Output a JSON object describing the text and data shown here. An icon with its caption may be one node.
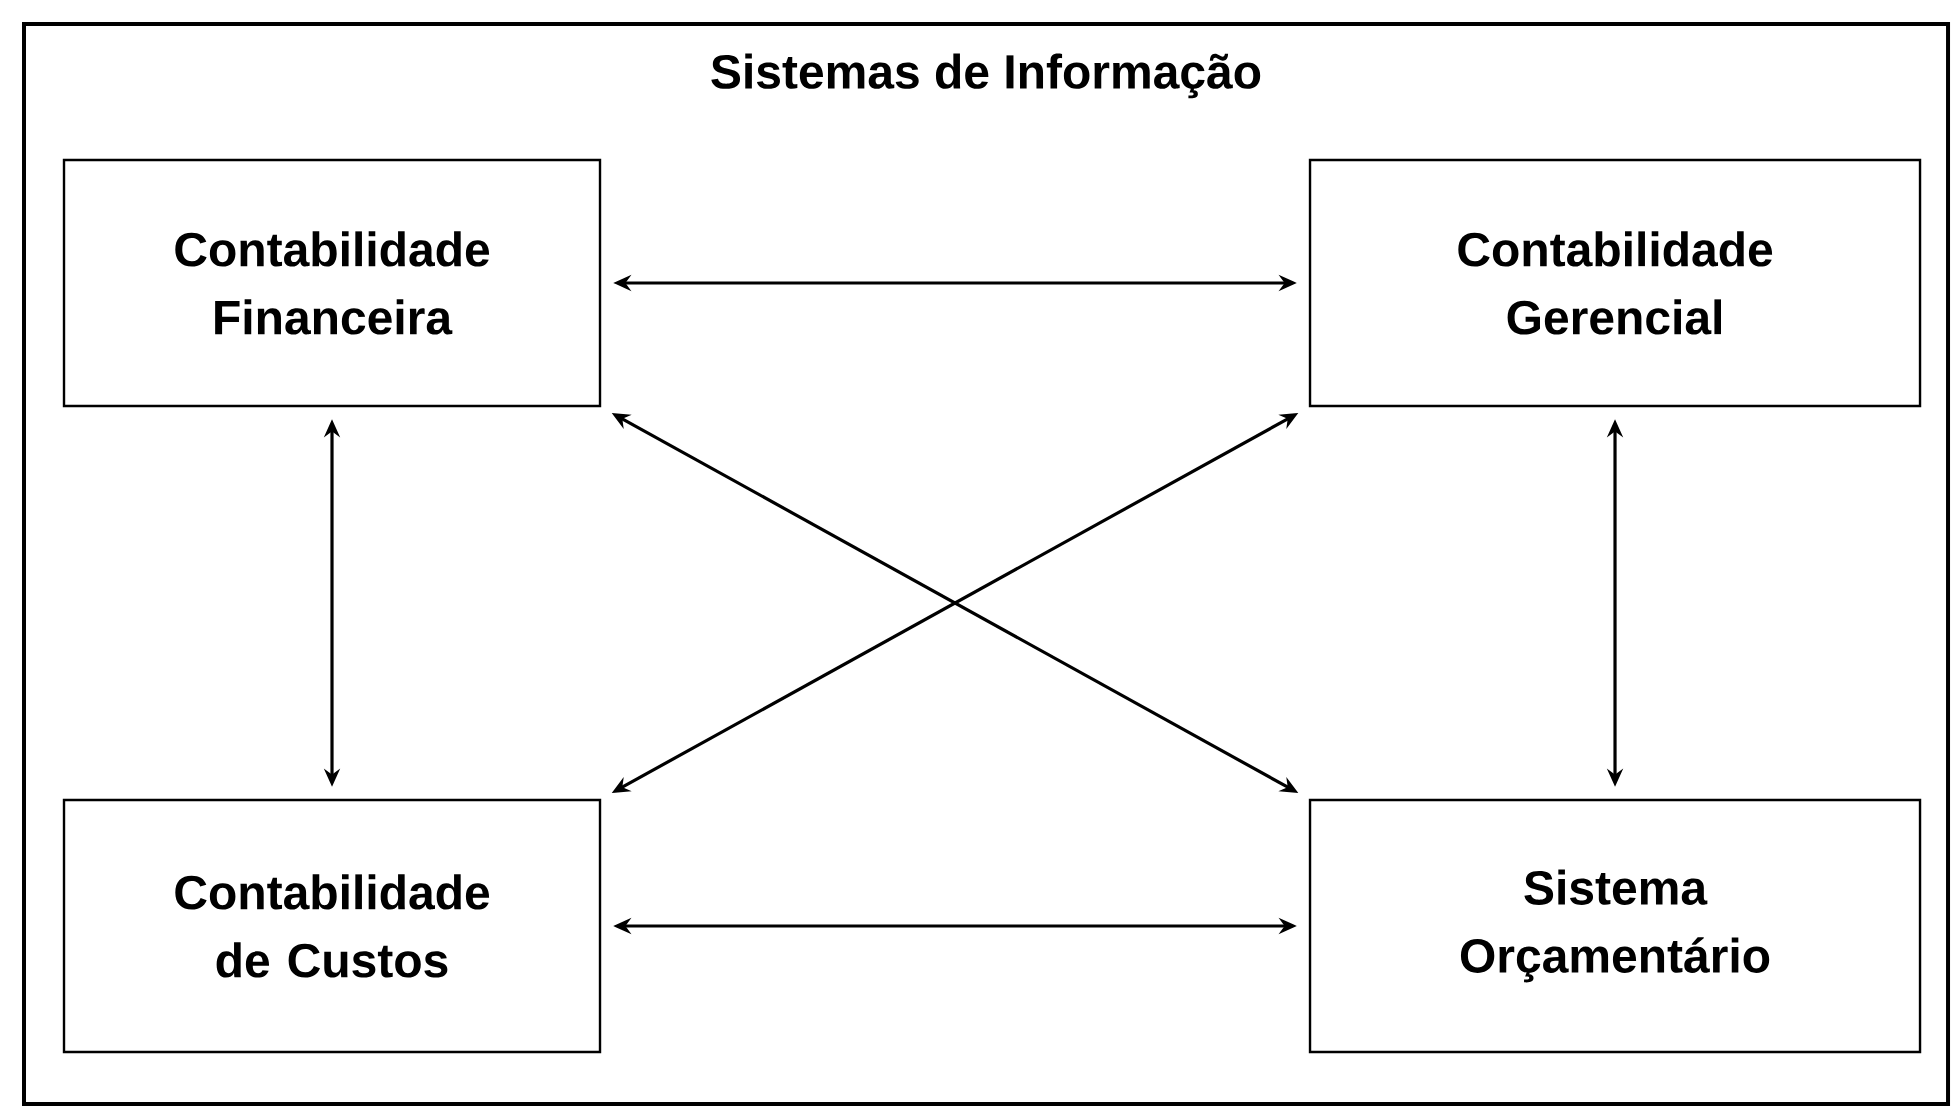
{
  "diagram": {
    "nodes": [
      {
        "text": [
          "Sistemas de Informação"
        ]
      },
      {
        "text": [
          "Contabilidade Financeira"
        ],
        "in": 0
      },
      {
        "text": [
          "Contabilidade Gerencial"
        ],
        "in": 0
      },
      {
        "text": [
          "Contabilidade de Custos"
        ],
        "in": 0
      },
      {
        "text": [
          "Sistema Orçamentário"
        ],
        "in": 0
      }
    ],
    "edges": [
      {
        "from": 1,
        "to": 2,
        "arrow": "both"
      },
      {
        "from": 1,
        "to": 3,
        "arrow": "both"
      },
      {
        "from": 2,
        "to": 4,
        "arrow": "both"
      },
      {
        "from": 1,
        "to": 4,
        "arrow": "both"
      },
      {
        "from": 2,
        "to": 3,
        "arrow": "both"
      },
      {
        "from": 3,
        "to": 4,
        "arrow": "both"
      }
    ]
  }
}
